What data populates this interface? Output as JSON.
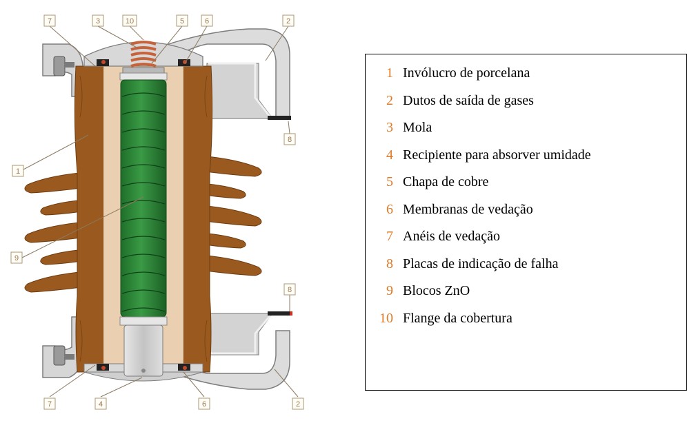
{
  "legend": {
    "number_color": "#e07a26",
    "items": [
      {
        "number": "1",
        "text": "Invólucro de porcelana"
      },
      {
        "number": "2",
        "text": "Dutos de saída de gases"
      },
      {
        "number": "3",
        "text": "Mola"
      },
      {
        "number": "4",
        "text": "Recipiente para absorver umidade"
      },
      {
        "number": "5",
        "text": "Chapa de cobre"
      },
      {
        "number": "6",
        "text": "Membranas de vedação"
      },
      {
        "number": "7",
        "text": "Anéis de vedação"
      },
      {
        "number": "8",
        "text": "Placas de indicação de falha"
      },
      {
        "number": "9",
        "text": "Blocos ZnO"
      },
      {
        "number": "10",
        "text": "Flange da cobertura"
      }
    ]
  },
  "callouts": {
    "top": [
      "7",
      "3",
      "10",
      "5",
      "6",
      "2"
    ],
    "left": [
      "1",
      "9"
    ],
    "right": [
      "8",
      "8"
    ],
    "bottom": [
      "7",
      "4",
      "6",
      "2"
    ]
  },
  "colors": {
    "porcelain": "#9a5a1f",
    "porcelain_dark": "#7a4414",
    "inner_tube": "#ead0b0",
    "zno_blocks": "#2f8a3a",
    "zno_dark": "#1e5e26",
    "metal": "#c9c9c9",
    "metal_dark": "#8f8f8f",
    "spring": "#c7623a",
    "callout_text": "#9a7a55"
  }
}
